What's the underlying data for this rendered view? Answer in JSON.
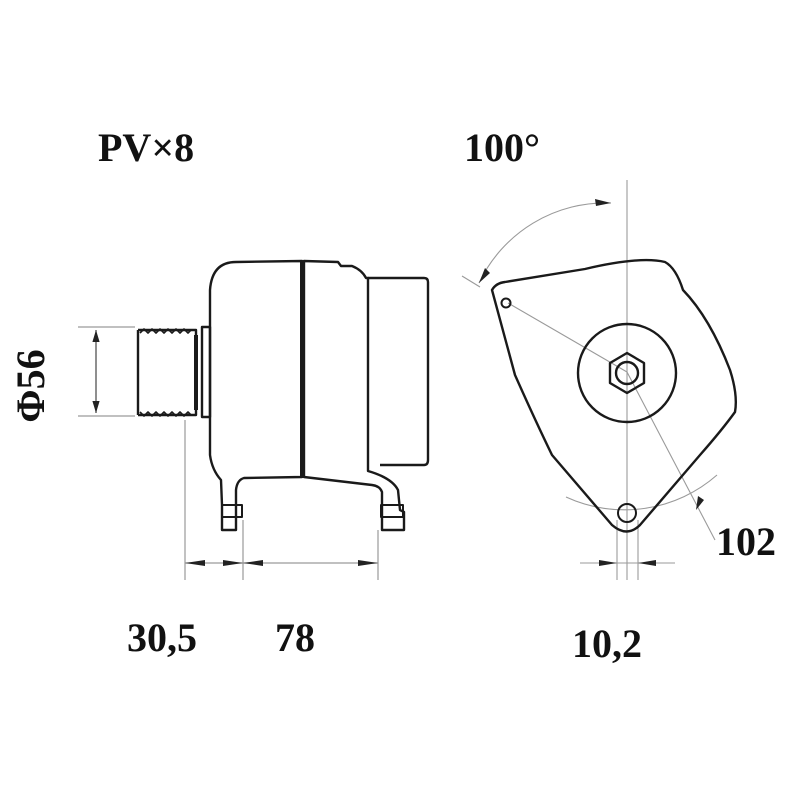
{
  "diagram": {
    "subject": "alternator dimension drawing",
    "side_view": {
      "pulley_label": "PV×8",
      "pulley_diameter": "Φ56",
      "dim_pulley_to_flange": "30,5",
      "dim_mount_spacing": "78"
    },
    "front_view": {
      "angle": "100°",
      "radius": "102",
      "hole_width": "10,2"
    },
    "colors": {
      "outline": "#1a1a1a",
      "dimension_lines": "#9a9a9a",
      "text": "#111111"
    }
  }
}
